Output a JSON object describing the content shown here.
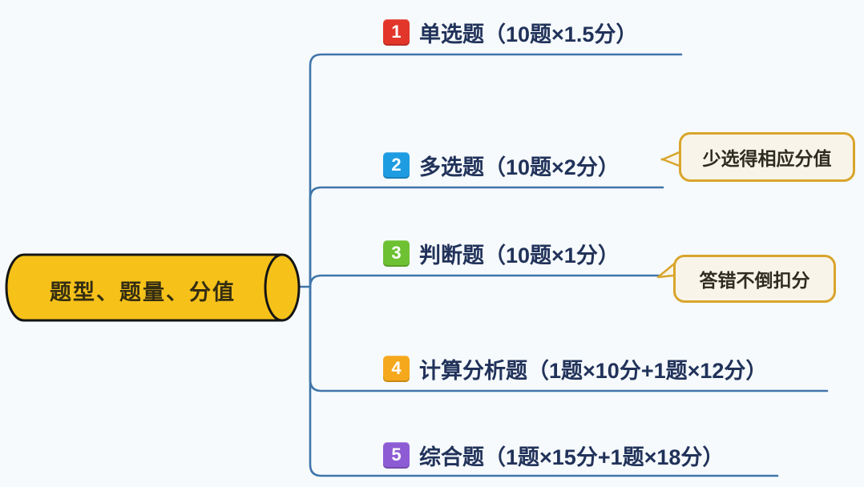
{
  "root": {
    "label": "题型、题量、分值"
  },
  "branches": [
    {
      "num": "1",
      "label": "单选题（10题×1.5分）",
      "badge_color": "#e3362b"
    },
    {
      "num": "2",
      "label": "多选题（10题×2分）",
      "badge_color": "#1e9ce2"
    },
    {
      "num": "3",
      "label": "判断题（10题×1分）",
      "badge_color": "#6ec132"
    },
    {
      "num": "4",
      "label": "计算分析题（1题×10分+1题×12分）",
      "badge_color": "#f5a81c"
    },
    {
      "num": "5",
      "label": "综合题（1题×15分+1题×18分）",
      "badge_color": "#8d5cd4"
    }
  ],
  "callouts": [
    {
      "text": "少选得相应分值",
      "attached_to": "多选题"
    },
    {
      "text": "答错不倒扣分",
      "attached_to": "判断题"
    }
  ],
  "colors": {
    "background": "#f6fafc",
    "connector_blue": "#4075aa",
    "branch_text": "#21325a",
    "callout_border": "#d9a52c",
    "callout_background": "#f8f4e9",
    "root_fill": "#f6c21a",
    "root_outline": "#151515"
  }
}
